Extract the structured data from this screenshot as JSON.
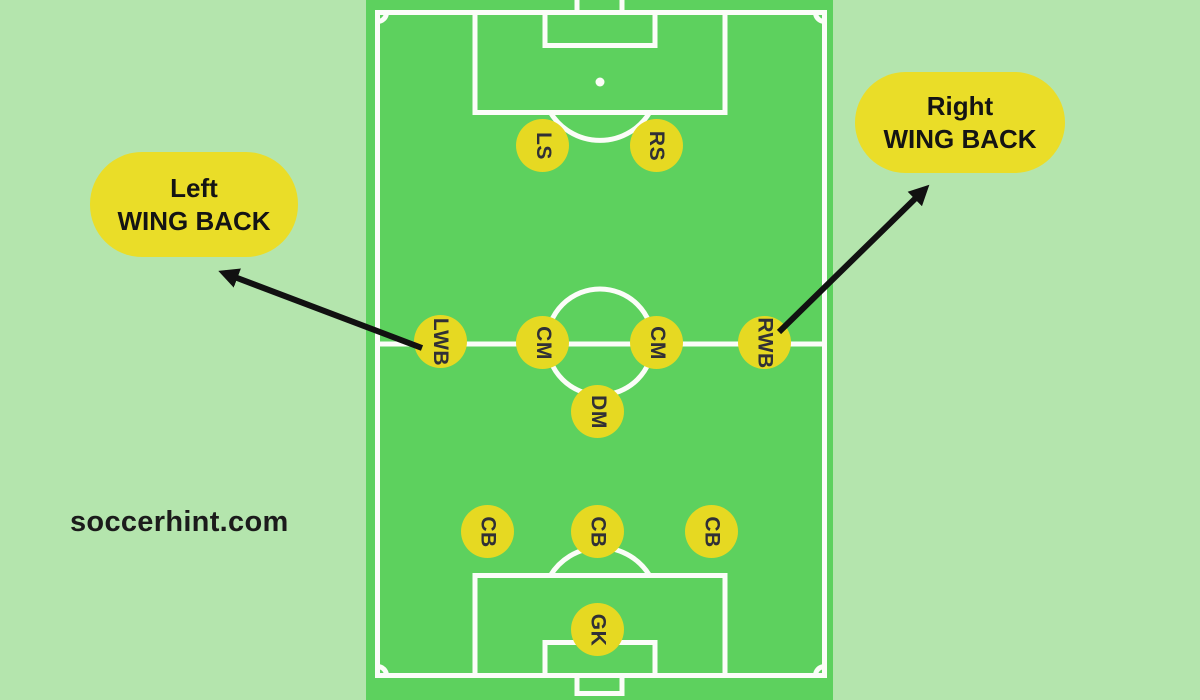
{
  "branding": {
    "website": "soccerhint.com"
  },
  "callouts": {
    "left": {
      "line1": "Left",
      "line2": "WING BACK"
    },
    "right": {
      "line1": "Right",
      "line2": "WING BACK"
    }
  },
  "positions": [
    {
      "label": "LS"
    },
    {
      "label": "RS"
    },
    {
      "label": "LWB"
    },
    {
      "label": "CM"
    },
    {
      "label": "CM"
    },
    {
      "label": "RWB"
    },
    {
      "label": "DM"
    },
    {
      "label": "CB"
    },
    {
      "label": "CB"
    },
    {
      "label": "CB"
    },
    {
      "label": "GK"
    }
  ],
  "colors": {
    "background": "#b4e5ad",
    "field": "#5dd15e",
    "pitch_lines": "#fbfdf8",
    "marker_fill": "#e6d922",
    "marker_text": "#303036",
    "callout_fill": "#eadd28",
    "callout_text": "#141414",
    "arrow": "#111111",
    "branding_text": "#1b1b1b"
  }
}
